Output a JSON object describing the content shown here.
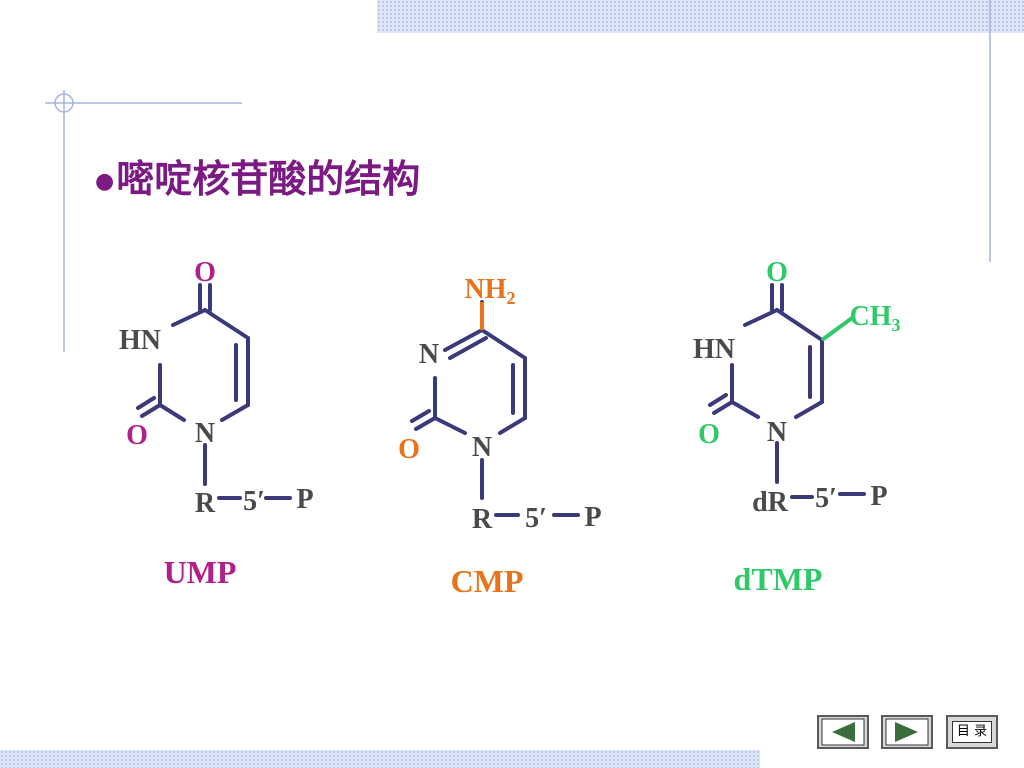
{
  "slide": {
    "bullet": "●",
    "title": "嘧啶核苷酸的结构"
  },
  "molecules": {
    "ump": {
      "name": "UMP",
      "color": "#b0208a",
      "atoms": {
        "o_top": "O",
        "hn": "HN",
        "o_left": "O",
        "n1": "N",
        "r": "R",
        "five": "5′",
        "p": "P"
      }
    },
    "cmp": {
      "name": "CMP",
      "color": "#e8731a",
      "atoms": {
        "nh2": "NH",
        "nh2_sub": "2",
        "n3": "N",
        "o_left": "O",
        "n1": "N",
        "r": "R",
        "five": "5′",
        "p": "P"
      }
    },
    "dtmp": {
      "name": "dTMP",
      "color": "#2fc96a",
      "atoms": {
        "o_top": "O",
        "ch3": "CH",
        "ch3_sub": "3",
        "hn": "HN",
        "o_left": "O",
        "n1": "N",
        "r": "dR",
        "five": "5′",
        "p": "P"
      }
    }
  },
  "nav": {
    "prev_icon": "triangle-left-icon",
    "next_icon": "triangle-right-icon",
    "toc_label": "目 录"
  },
  "colors": {
    "bond": "#3a3a7a",
    "atom": "#4a4a4a",
    "title": "#7a1a82",
    "nav_arrow": "#3a6e3a"
  }
}
